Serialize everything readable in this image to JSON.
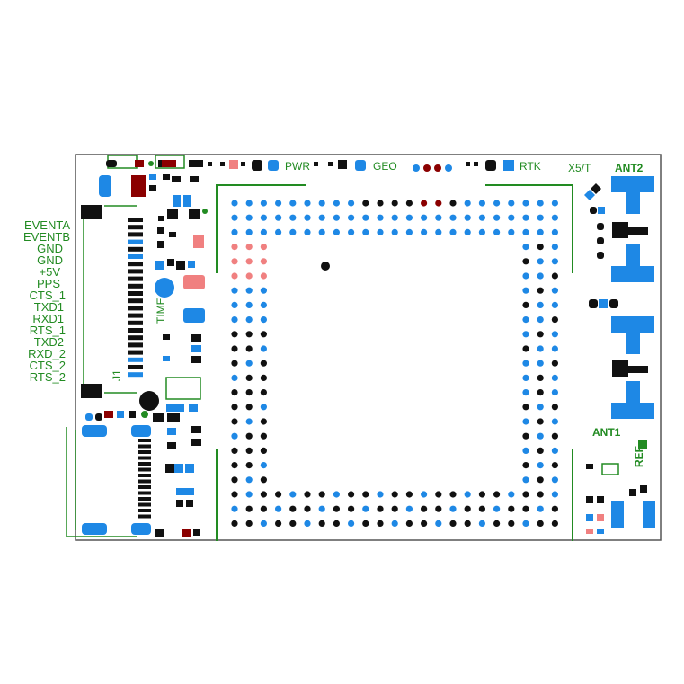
{
  "pin_labels": [
    "EVENTA",
    "EVENTB",
    "GND",
    "GND",
    "+5V",
    "PPS",
    "CTS_1",
    "TXD1",
    "RXD1",
    "RTS_1",
    "TXD2",
    "RXD_2",
    "CTS_2",
    "RTS_2"
  ],
  "silkscreen": {
    "pwr": "PWR",
    "geo": "GEO",
    "rtk": "RTK",
    "x5t": "X5/T",
    "ant2": "ANT2",
    "ant1": "ANT1",
    "ref": "REF",
    "time": "TIME",
    "j1": "J1"
  },
  "colors": {
    "outline": "#555555",
    "silkscreen": "#228b22",
    "pad_blue": "#1e88e5",
    "pad_black": "#111111",
    "pad_pink": "#f08080",
    "pad_darkred": "#8b0000",
    "background": "#ffffff"
  }
}
